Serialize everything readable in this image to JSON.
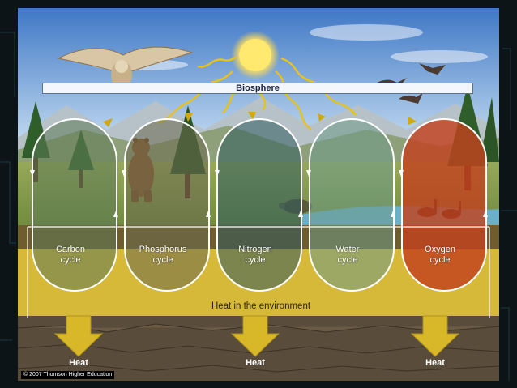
{
  "diagram": {
    "biosphere_label": "Biosphere",
    "cycles": [
      {
        "line1": "Carbon",
        "line2": "cycle",
        "color": "#5f7a56"
      },
      {
        "line1": "Phosphorus",
        "line2": "cycle",
        "color": "#6b6a4e"
      },
      {
        "line1": "Nitrogen",
        "line2": "cycle",
        "color": "#2f5b5c"
      },
      {
        "line1": "Water",
        "line2": "cycle",
        "color": "#6d9a86"
      },
      {
        "line1": "Oxygen",
        "line2": "cycle",
        "color": "#c2421f"
      }
    ],
    "heat_environment_label": "Heat in the environment",
    "heat_labels": [
      "Heat",
      "Heat",
      "Heat"
    ],
    "copyright": "© 2007 Thomson Higher Education"
  },
  "colors": {
    "sky_top": "#3f78c6",
    "sky_bottom": "#bcd6ee",
    "soil": "#d7b93a",
    "heat_arrow": "#d8b828",
    "sun": "#ffe36a",
    "wiggle_arrow": "#e6c21b"
  },
  "icons": [
    "sun-icon",
    "owl-icon",
    "geese-icon",
    "bear-icon",
    "tortoise-icon",
    "tree-icon"
  ]
}
